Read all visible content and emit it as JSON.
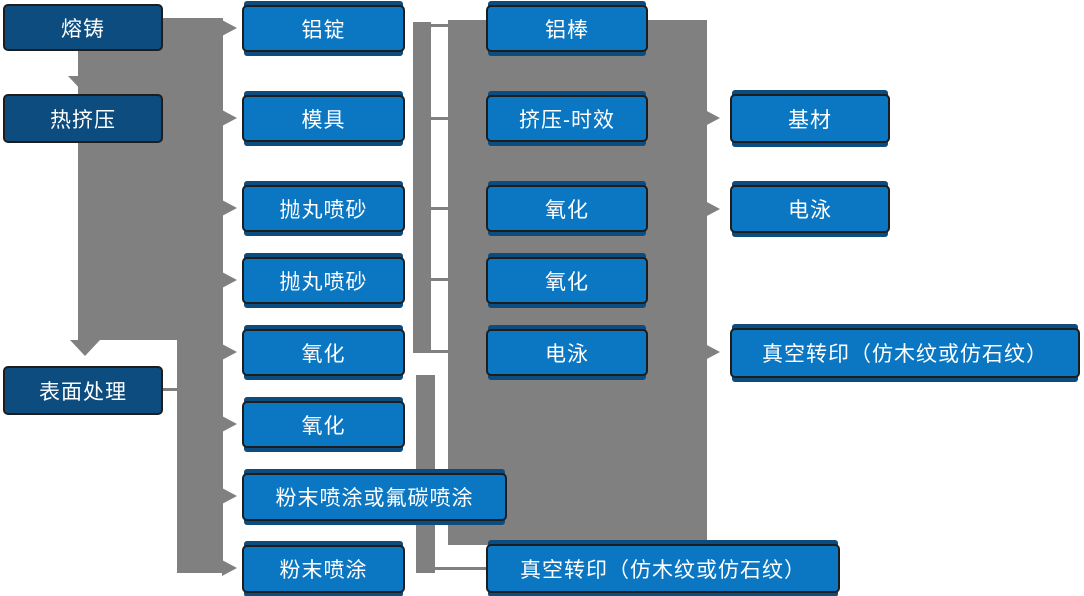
{
  "colors": {
    "background": "#ffffff",
    "stage_box": "#0d4c7e",
    "process_box": "#0b77c2",
    "connector_gray": "#808080",
    "box_border": "#1d1d1d",
    "text": "#ffffff"
  },
  "nodes": {
    "melt_casting": "熔铸",
    "hot_extrusion": "热挤压",
    "surface_treatment": "表面处理",
    "aluminum_ingot": "铝锭",
    "mold": "模具",
    "shot_blast_1": "抛丸喷砂",
    "shot_blast_2": "抛丸喷砂",
    "oxidation_1": "氧化",
    "oxidation_2": "氧化",
    "powder_or_fluorocarbon": "粉末喷涂或氟碳喷涂",
    "powder_coating": "粉末喷涂",
    "aluminum_rod": "铝棒",
    "extrusion_aging": "挤压-时效",
    "oxidation_3": "氧化",
    "oxidation_4": "氧化",
    "electrophoresis_1": "电泳",
    "vacuum_transfer_1": "真空转印（仿木纹或仿石纹）",
    "base_material": "基材",
    "electrophoresis_2": "电泳",
    "vacuum_transfer_2": "真空转印（仿木纹或仿石纹）"
  }
}
